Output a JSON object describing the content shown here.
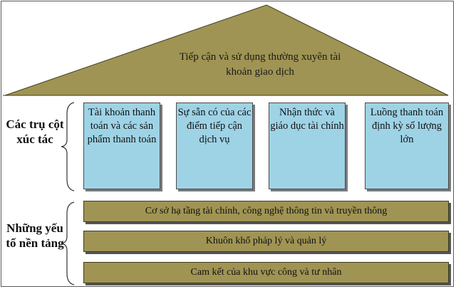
{
  "roof": {
    "text": "Tiếp cận và sử dụng thường xuyên tài khoản giao dịch"
  },
  "pillars_group_label": "Các trụ cột xúc tác",
  "foundation_group_label": "Những yếu tố nền tảng",
  "pillars": [
    "Tài khoản thanh toán và các sản phẩm thanh toán",
    "Sự sẵn có của các điểm tiếp cận dịch vụ",
    "Nhận thức và giáo dục tài chính",
    "Luồng thanh toán định kỳ số lượng lớn"
  ],
  "foundations": [
    "Cơ sở hạ tầng tài chính, công nghệ thông tin và truyền thông",
    "Khuôn khổ pháp lý và quản lý",
    "Cam kết của khu vực công và tư nhân"
  ],
  "colors": {
    "roof": "#9f9453",
    "pillar": "#9ed3e6",
    "foundation": "#9f9453"
  }
}
